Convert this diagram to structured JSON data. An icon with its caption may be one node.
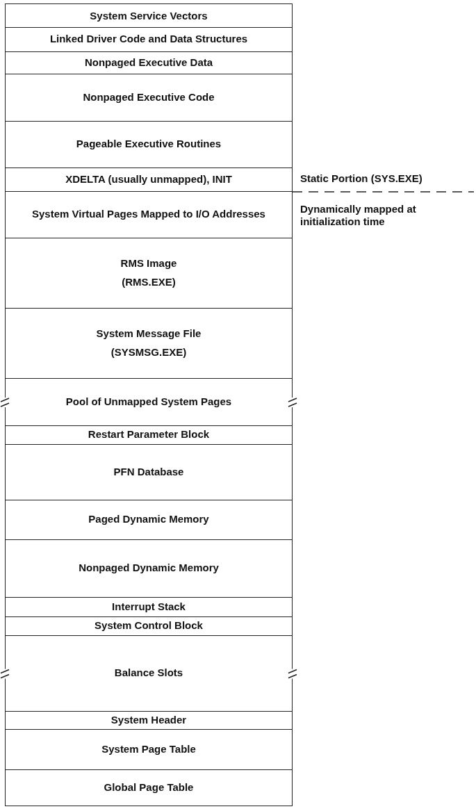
{
  "diagram": {
    "nodes": [
      {
        "text": [
          "System Service Vectors"
        ]
      },
      {
        "text": [
          "Linked Driver Code and Data Structures"
        ]
      },
      {
        "text": [
          "Nonpaged Executive Data"
        ]
      },
      {
        "text": [
          "Nonpaged Executive Code"
        ]
      },
      {
        "text": [
          "Pageable Executive Routines"
        ]
      },
      {
        "text": [
          "XDELTA (usually unmapped), INIT"
        ]
      },
      {
        "text": [
          "System Virtual Pages Mapped to I/O Addresses"
        ]
      },
      {
        "text": [
          "RMS Image",
          "(RMS.EXE)"
        ]
      },
      {
        "text": [
          "System Message File",
          "(SYSMSG.EXE)"
        ]
      },
      {
        "text": [
          "Pool of Unmapped System Pages"
        ]
      },
      {
        "text": [
          "Restart Parameter Block"
        ]
      },
      {
        "text": [
          "PFN Database"
        ]
      },
      {
        "text": [
          "Paged Dynamic Memory"
        ]
      },
      {
        "text": [
          "Nonpaged Dynamic Memory"
        ]
      },
      {
        "text": [
          "Interrupt Stack"
        ]
      },
      {
        "text": [
          "System Control Block"
        ]
      },
      {
        "text": [
          "Balance Slots"
        ]
      },
      {
        "text": [
          "System Header"
        ]
      },
      {
        "text": [
          "System Page Table"
        ]
      },
      {
        "text": [
          "Global Page Table"
        ]
      }
    ],
    "labels": [
      "Static Portion (SYS.EXE)",
      "Dynamically mapped at initialization time"
    ]
  }
}
